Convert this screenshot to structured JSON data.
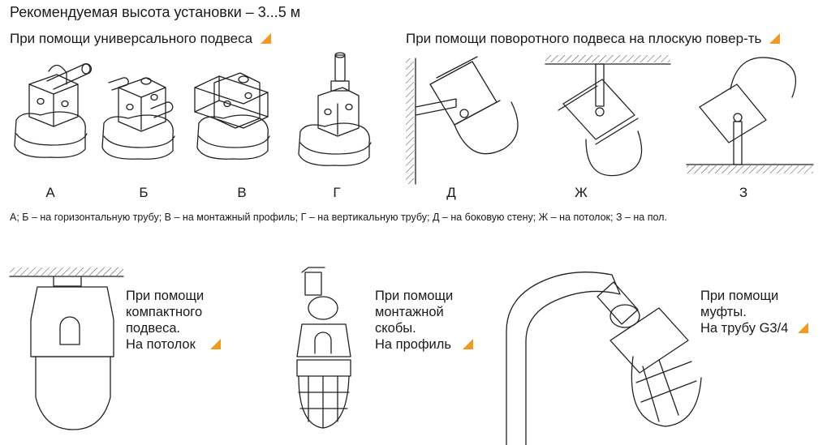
{
  "header": {
    "title": "Рекомендуемая высота установки – 3...5 м",
    "left_heading": "При помощи универсального подвеса",
    "right_heading": "При помощи поворотного подвеса на плоскую повер-ть"
  },
  "letters": [
    "А",
    "Б",
    "В",
    "Г",
    "Д",
    "Ж",
    "З"
  ],
  "caption": "А; Б – на горизонтальную трубу; В – на монтажный профиль; Г – на вертикальную трубу; Д – на боковую стену; Ж – на потолок; З – на пол.",
  "blocks": {
    "compact": {
      "l1": "При помощи",
      "l2": "компактного",
      "l3": "подвеса.",
      "l4": "На потолок"
    },
    "bracket": {
      "l1": "При помощи",
      "l2": "монтажной",
      "l3": "скобы.",
      "l4": "На профиль"
    },
    "coupling": {
      "l1": "При помощи",
      "l2": "муфты.",
      "l3": "На трубу G3/4"
    }
  },
  "colors": {
    "accent": "#f39a1c",
    "line": "#222222"
  },
  "icons": [
    "orange-triangle-icon"
  ]
}
